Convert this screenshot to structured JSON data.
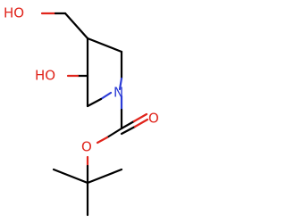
{
  "molecule": {
    "labels": {
      "hydroxymethyl_oh": "HO",
      "ring_oh": "HO",
      "nitrogen": "N",
      "carbonyl_o": "O",
      "ester_o": "O"
    },
    "colors": {
      "carbon_bond": "#000000",
      "oxygen": "#e0241b",
      "nitrogen": "#2b3bd6",
      "background": "#ffffff"
    }
  }
}
